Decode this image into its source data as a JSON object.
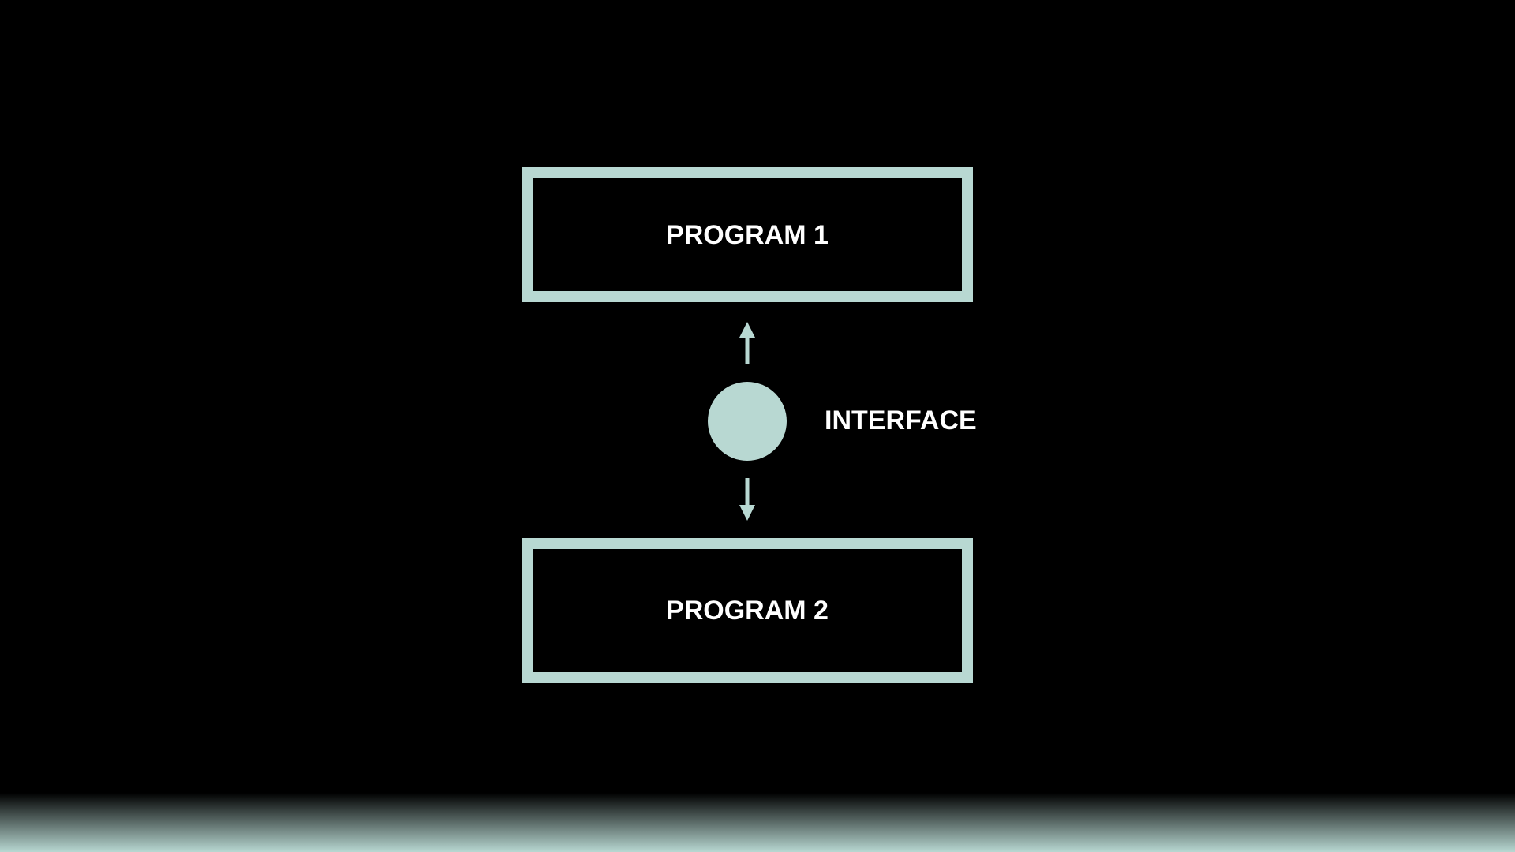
{
  "diagram": {
    "nodes": {
      "program_1": {
        "label": "PROGRAM 1"
      },
      "program_2": {
        "label": "PROGRAM 2"
      },
      "interface": {
        "label": "INTERFACE"
      }
    }
  },
  "colors": {
    "background": "#000000",
    "accent": "#b8d8d2",
    "text": "#ffffff"
  }
}
